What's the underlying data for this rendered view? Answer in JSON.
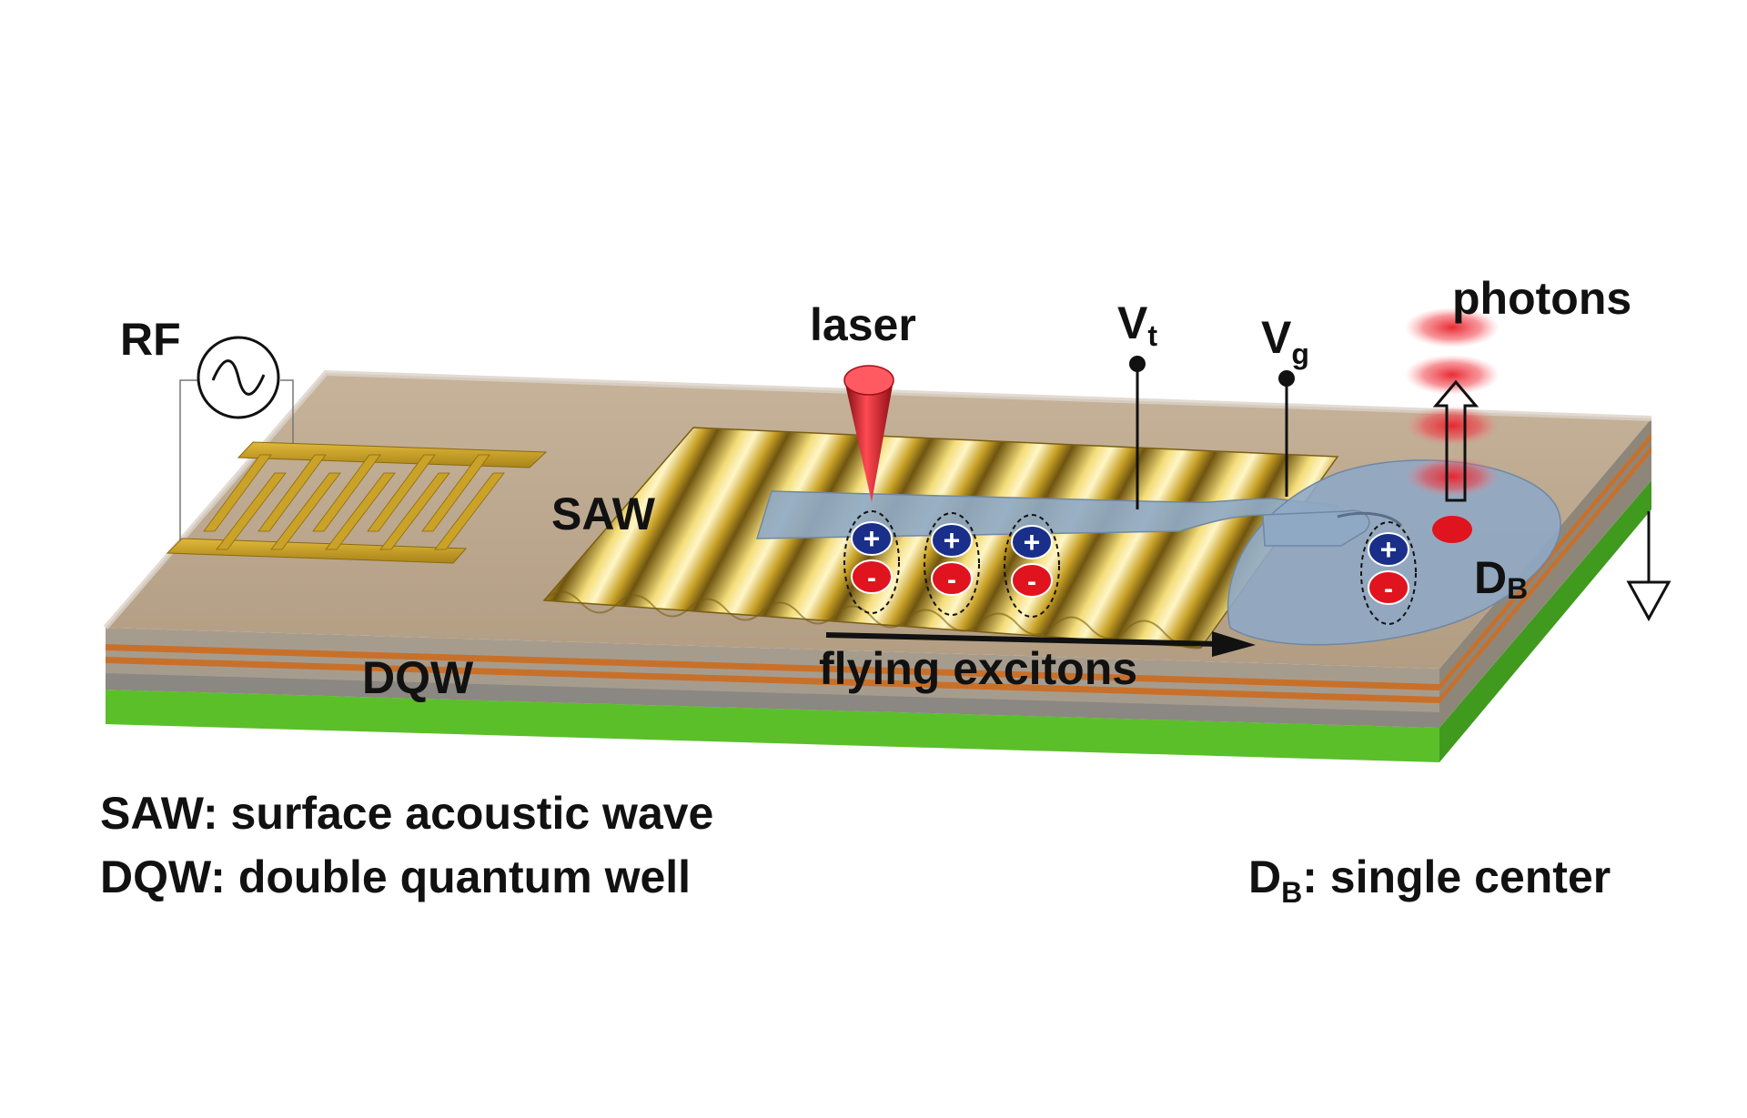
{
  "labels": {
    "rf": "RF",
    "laser": "laser",
    "vt_main": "V",
    "vt_sub": "t",
    "vg_main": "V",
    "vg_sub": "g",
    "photons": "photons",
    "saw": "SAW",
    "dqw": "DQW",
    "flying_excitons": "flying excitons",
    "db_main": "D",
    "db_sub": "B",
    "plus_sign": "+",
    "minus_sign": "-"
  },
  "legend": {
    "saw_line": "SAW: surface acoustic wave",
    "dqw_line": "DQW: double quantum well",
    "db_main": "D",
    "db_sub": "B",
    "db_rest": ": single center"
  },
  "colors": {
    "substrate_top": "#b9a48a",
    "substrate_front": "#a29788",
    "dqw_layer": "#c8702a",
    "base_layer": "#5bbf2a",
    "gold": "#c9a227",
    "gate": "#8fa9c4",
    "electron": "#e0141e",
    "hole": "#1a2f8a",
    "laser": "#c8101a"
  }
}
